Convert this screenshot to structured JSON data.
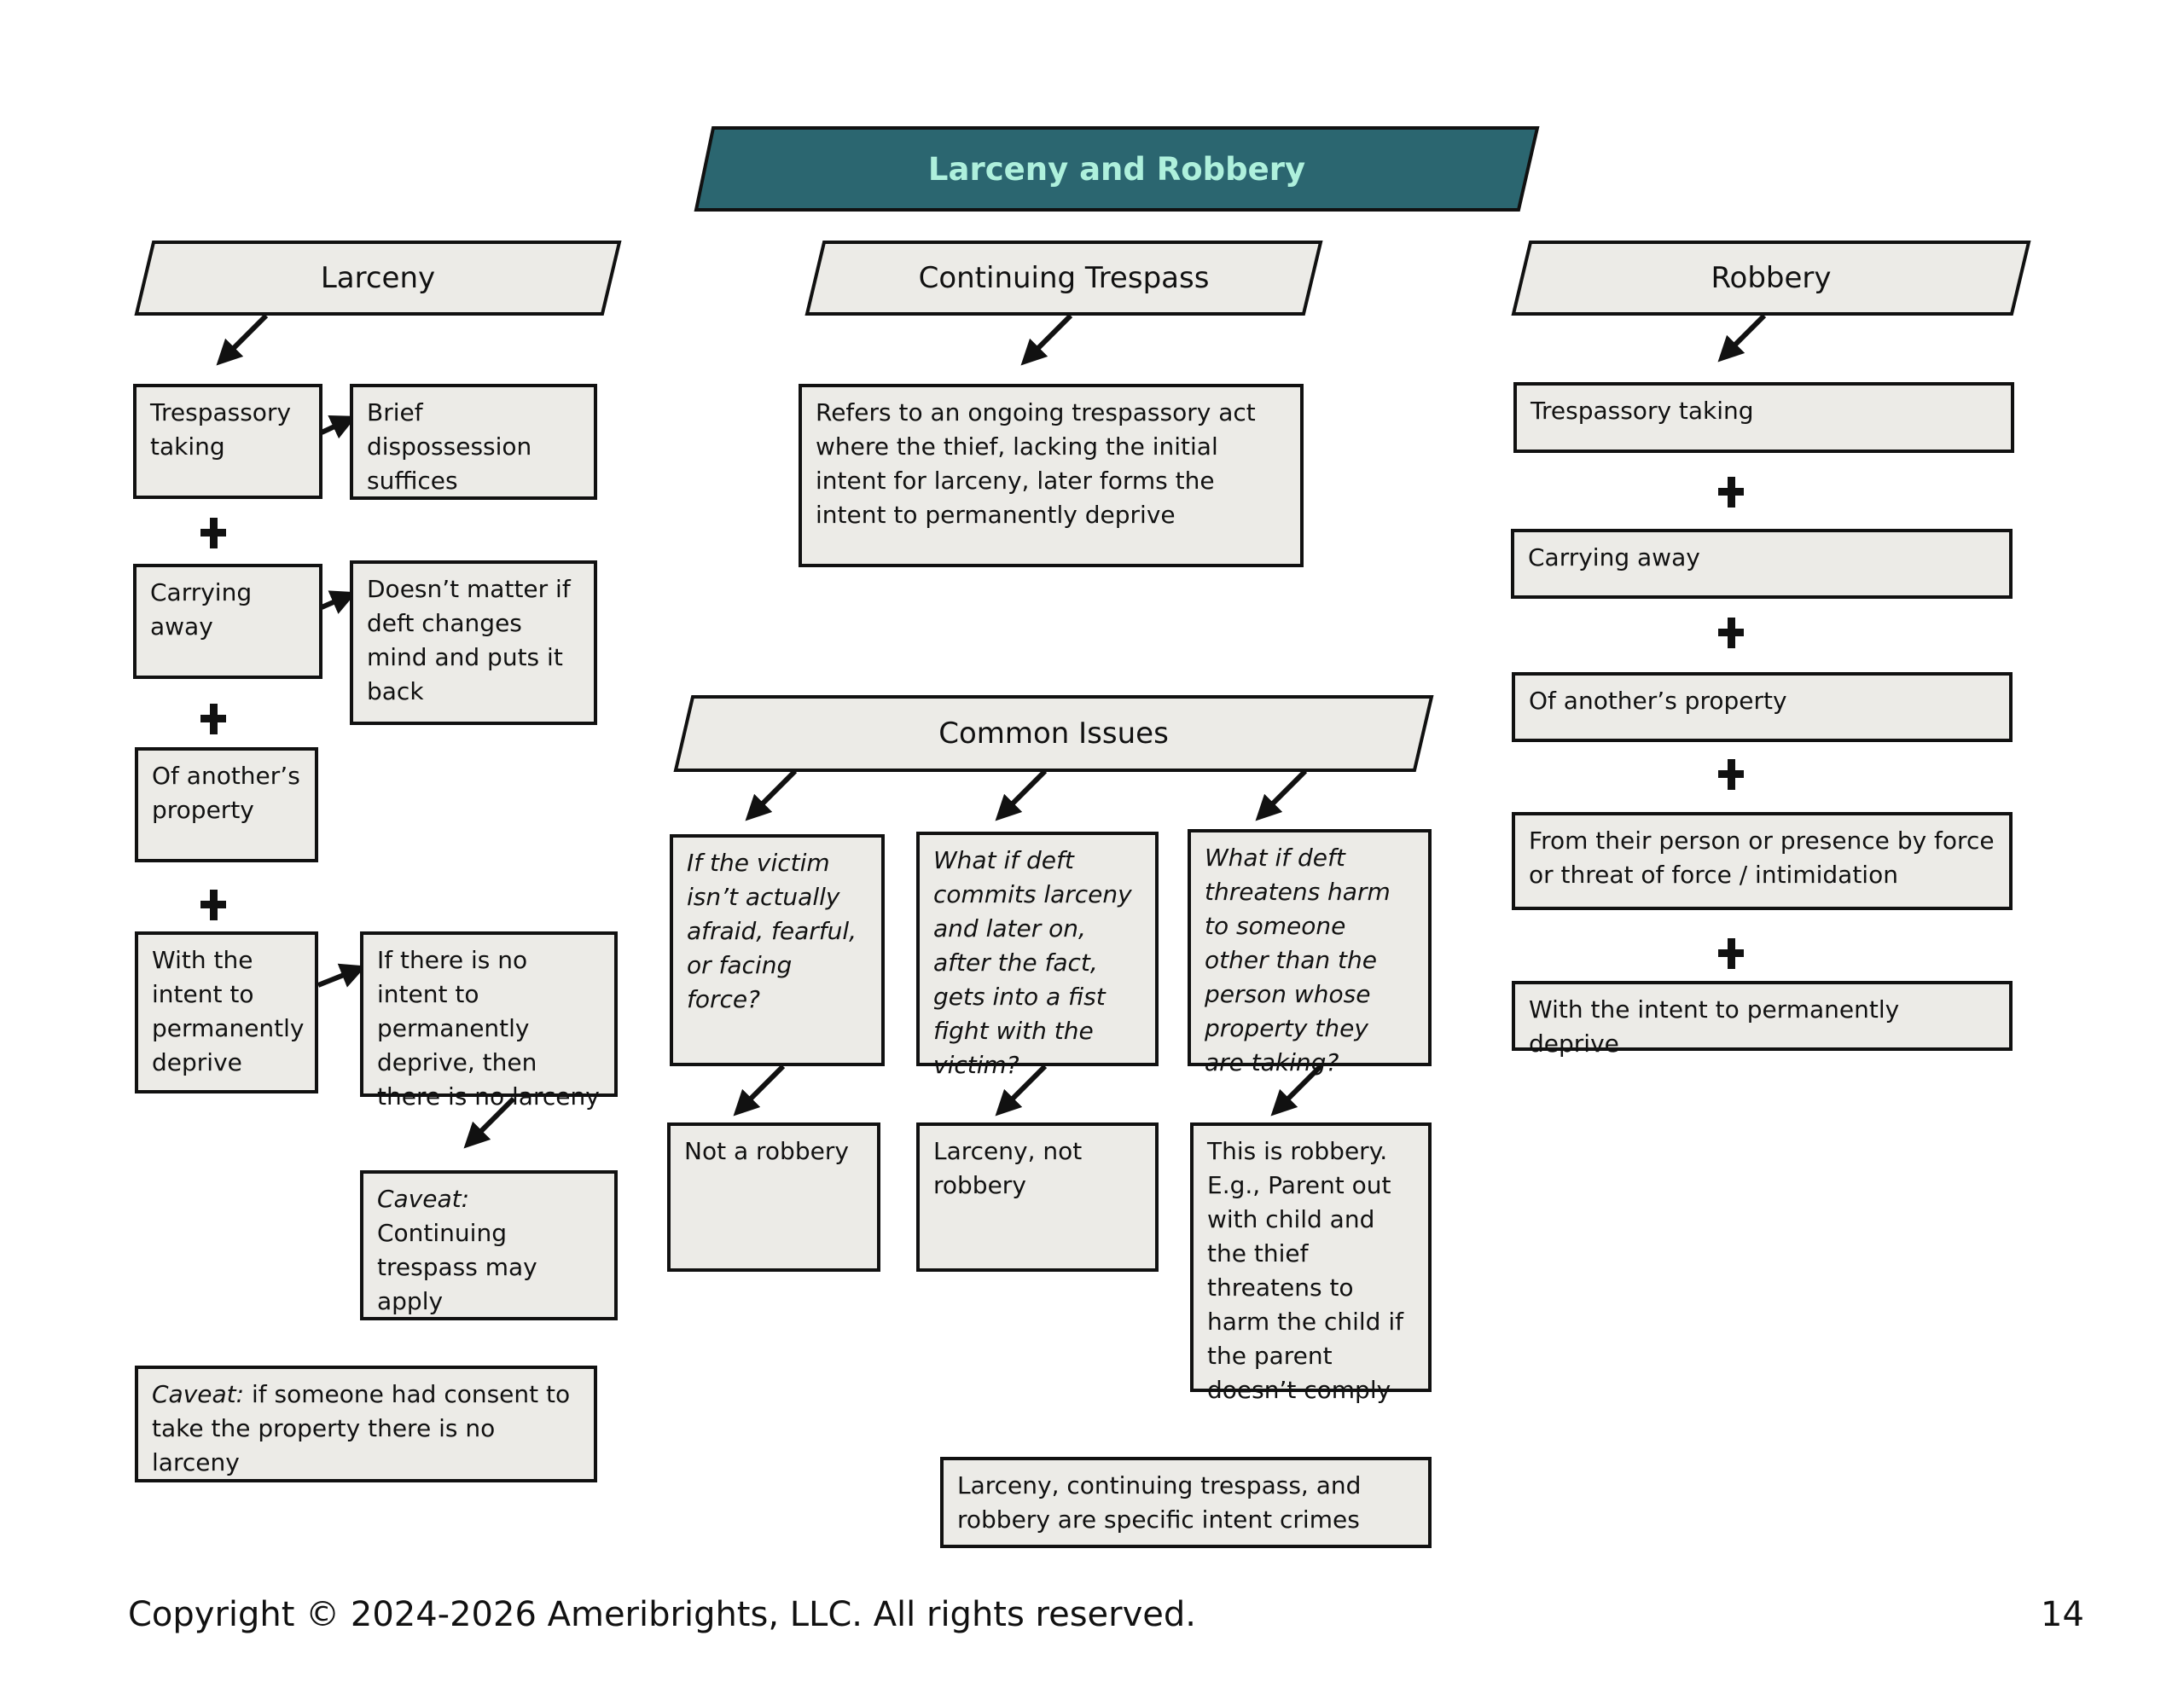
{
  "title": "Larceny and Robbery",
  "colors": {
    "title_fill": "#2b6670",
    "title_text": "#aef0dc",
    "box_fill": "#ecebe7",
    "border": "#111111"
  },
  "icons": [
    "plus-icon",
    "arrow-icon"
  ],
  "larceny": {
    "header": "Larceny",
    "elements": [
      "Trespassory taking",
      "Carrying away",
      "Of another’s property",
      "With the intent to permanently deprive"
    ],
    "notes": {
      "trespassory": "Brief dispossession suffices",
      "carrying": "Doesn’t matter if deft changes mind and puts it back",
      "intent": "If there is no intent to permanently deprive, then there is no larceny",
      "continuing_lead": "Caveat:",
      "continuing_rest": " Continuing trespass may apply",
      "consent_lead": "Caveat:",
      "consent_rest": " if someone had consent to take the property there is no larceny"
    }
  },
  "continuing_trespass": {
    "header": "Continuing Trespass",
    "definition": "Refers to an ongoing trespassory act where the thief, lacking the initial intent for larceny, later forms the intent to permanently deprive"
  },
  "common_issues": {
    "header": "Common Issues",
    "questions": [
      {
        "question": "If the victim isn’t actually afraid, fearful, or facing force?",
        "answer": "Not a robbery"
      },
      {
        "question": "What if deft commits larceny and later on, after the fact, gets into a fist fight with the victim?",
        "answer": "Larceny, not robbery"
      },
      {
        "question": "What if deft threatens harm to someone other than the person whose property they are taking?",
        "answer": "This is robbery. E.g., Parent out with child and the thief threatens to harm the child if the parent doesn’t comply"
      }
    ],
    "specific_intent": "Larceny, continuing trespass, and robbery are specific intent crimes"
  },
  "robbery": {
    "header": "Robbery",
    "elements": [
      "Trespassory taking",
      "Carrying away",
      "Of another’s property",
      "From their person or presence by force or threat of force / intimidation",
      "With the intent to permanently deprive"
    ]
  },
  "footer": {
    "copyright": "Copyright © 2024-2026 Ameribrights, LLC. All rights reserved.",
    "page": "14"
  }
}
